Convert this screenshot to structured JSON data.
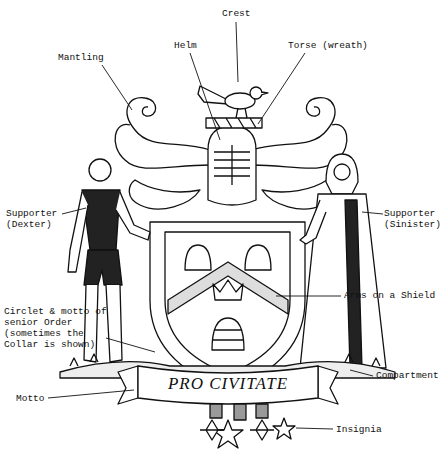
{
  "diagram": {
    "labels": [
      "Crest",
      "Mantling",
      "Helm",
      "Torse (wreath)",
      "Supporter (Dexter)",
      "Supporter (Sinister)",
      "Arms on a Shield",
      "Circlet & motto of senior Order (sometimes the Collar is shown)",
      "Compartment",
      "PRO CIVITATE",
      "Motto",
      "Insignia"
    ]
  }
}
